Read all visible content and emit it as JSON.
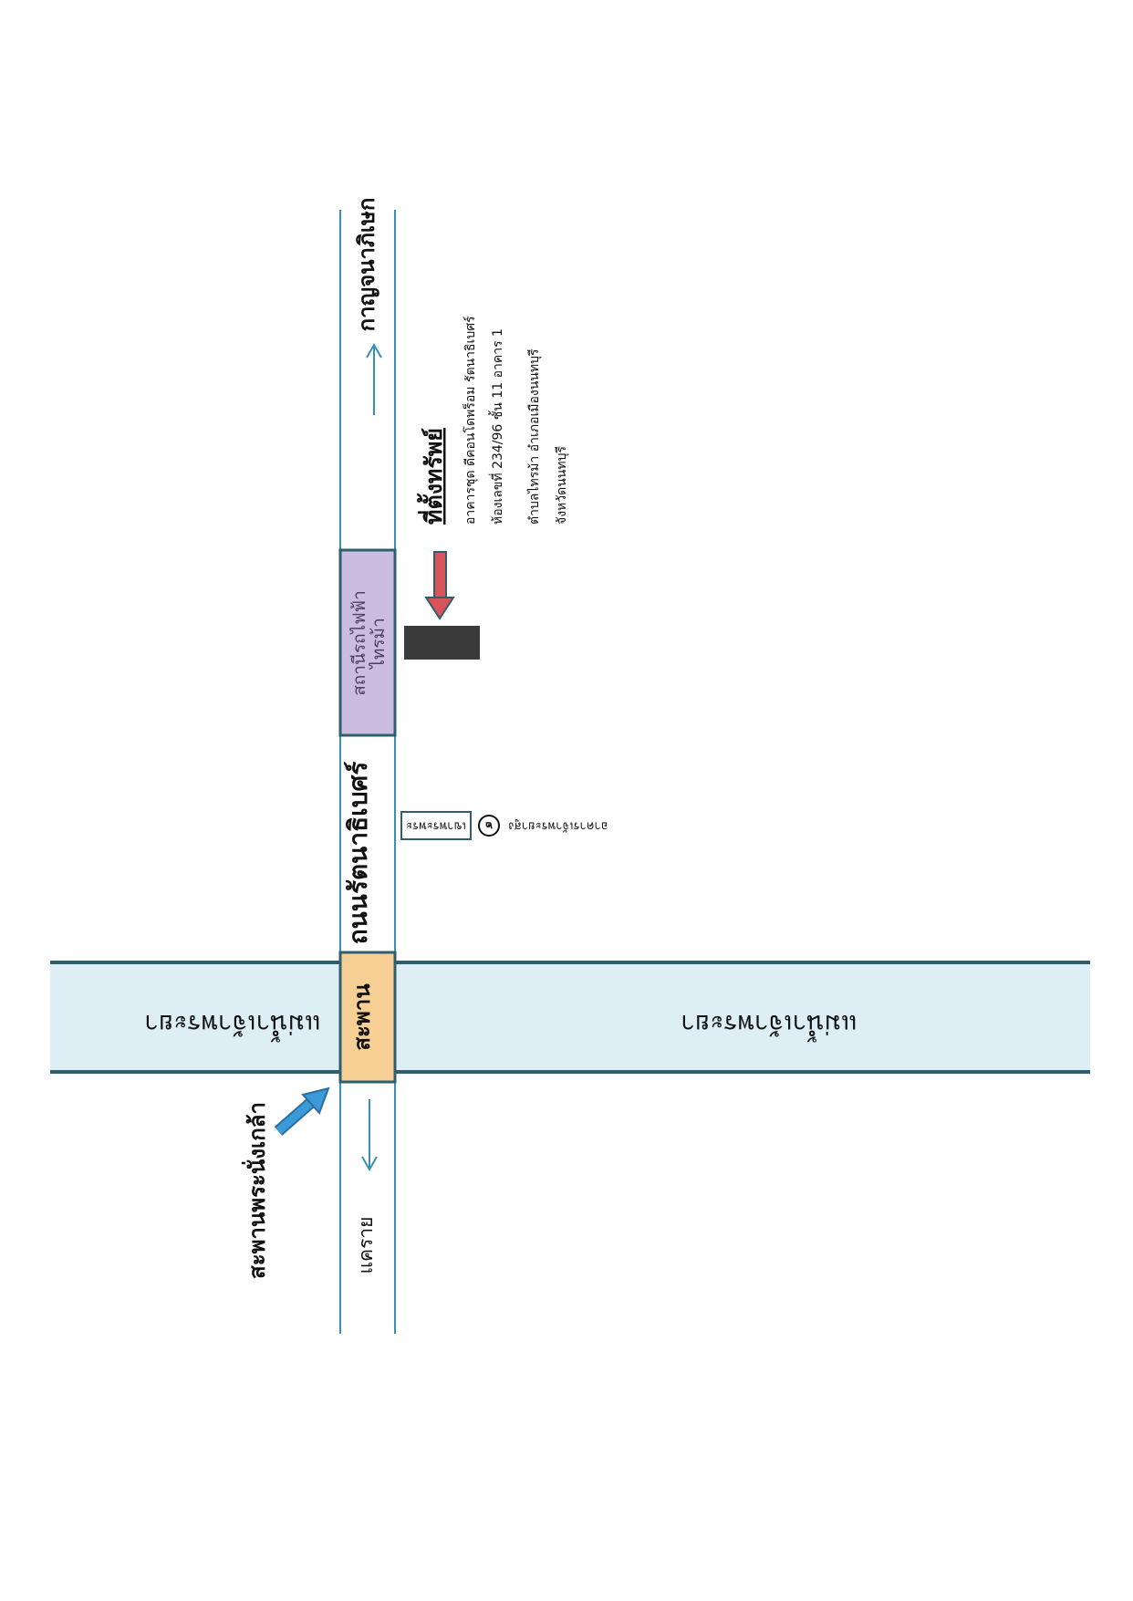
{
  "road": {
    "name": "ถนนรัตนาธิเบศร์",
    "dir_upper": "กาญจนาภิเษก",
    "dir_lower": "แคราย"
  },
  "river": {
    "label_left": "แม่น้ำเจ้าพระยา",
    "label_right": "แม่น้ำเจ้าพระยา"
  },
  "bridge": {
    "label": "สะพาน",
    "nonthaburi_bridge": "สะพานพระนั่งเกล้า"
  },
  "station": {
    "label_line1": "สถานีรถไฟฟ้า",
    "label_line2": "ไทรม้า"
  },
  "landmark": {
    "box_label": "เขาพระพระ",
    "circle_number": "๒",
    "text": "อาคารเจ้าพระยาสูง"
  },
  "property": {
    "title": "ที่ตั้งทรัพย์",
    "lines": [
      "อาคารชุด ดีคอนโดพร็อม รัตนาธิเบศร์",
      "ห้องเลขที่ 234/96 ชั้น 11 อาคาร 1",
      "ตำบลไทรม้า อำเภอเมืองนนทบุรี",
      "จังหวัดนนทบุรี"
    ]
  },
  "colors": {
    "road_line": "#3a8fb5",
    "river_fill": "#ddeef5",
    "river_edge": "#2f5f6f",
    "bridge_fill": "#f6cf95",
    "station_fill": "#cbbde0",
    "building_fill": "#3a3a3a",
    "red_arrow": "#d9535a",
    "blue_arrow": "#3a9bd8"
  }
}
